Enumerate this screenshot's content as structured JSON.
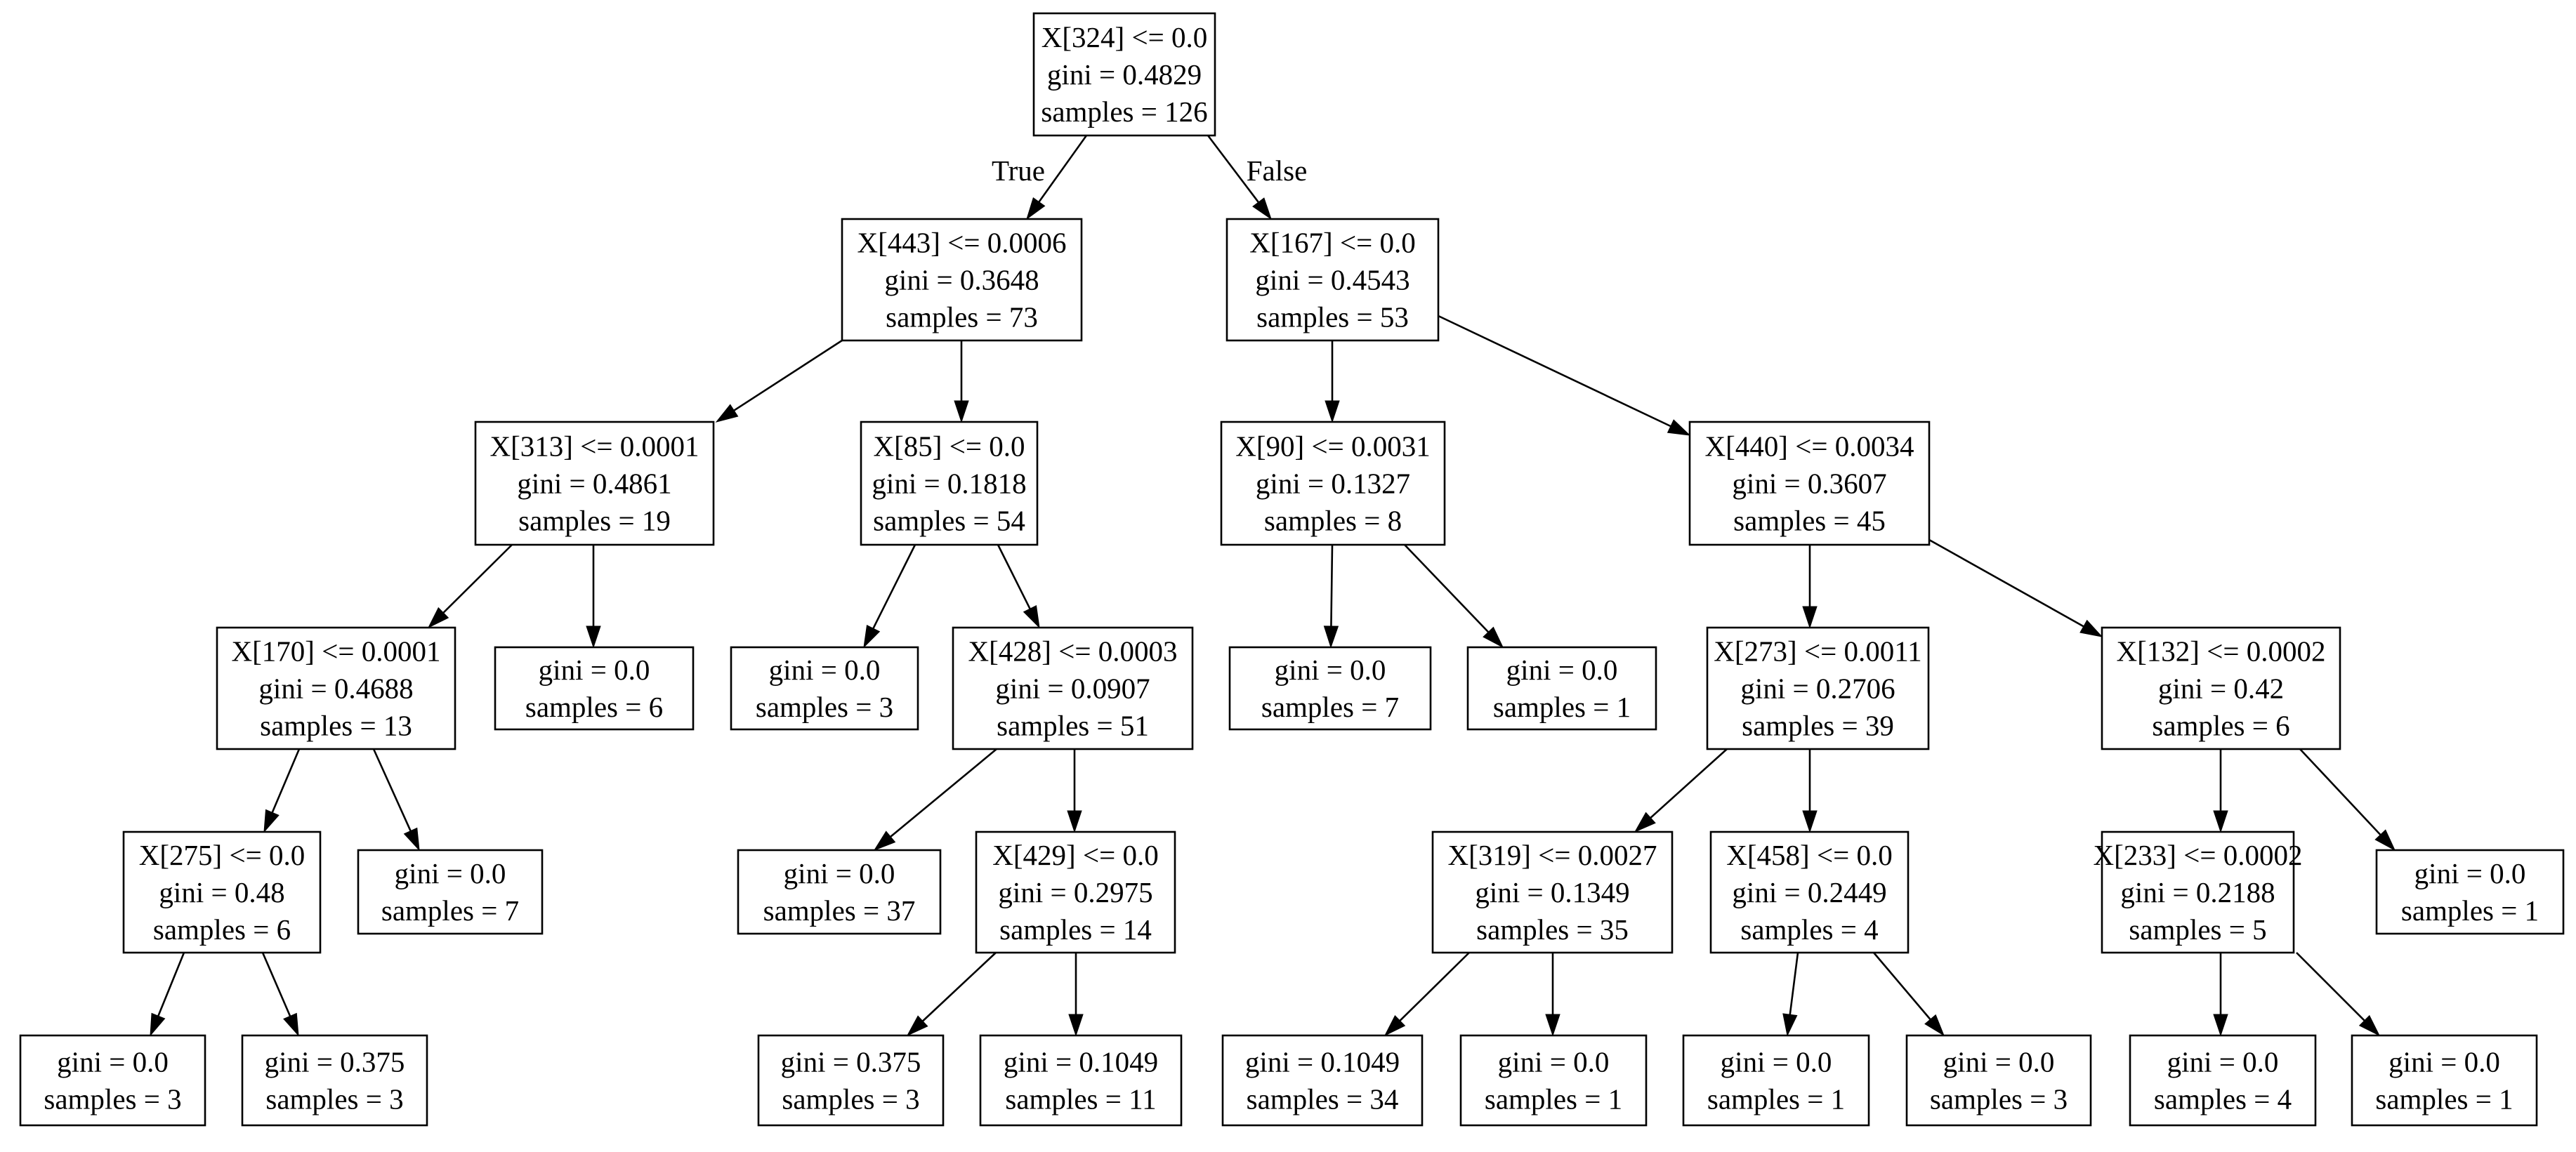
{
  "nodes": [
    {
      "id": "n0",
      "lines": [
        "X[324] <= 0.0",
        "gini = 0.4829",
        "samples = 126"
      ]
    },
    {
      "id": "n1",
      "lines": [
        "X[443] <= 0.0006",
        "gini = 0.3648",
        "samples = 73"
      ]
    },
    {
      "id": "n2",
      "lines": [
        "X[167] <= 0.0",
        "gini = 0.4543",
        "samples = 53"
      ]
    },
    {
      "id": "n3",
      "lines": [
        "X[313] <= 0.0001",
        "gini = 0.4861",
        "samples = 19"
      ]
    },
    {
      "id": "n4",
      "lines": [
        "X[85] <= 0.0",
        "gini = 0.1818",
        "samples = 54"
      ]
    },
    {
      "id": "n5",
      "lines": [
        "X[90] <= 0.0031",
        "gini = 0.1327",
        "samples = 8"
      ]
    },
    {
      "id": "n6",
      "lines": [
        "X[440] <= 0.0034",
        "gini = 0.3607",
        "samples = 45"
      ]
    },
    {
      "id": "n7",
      "lines": [
        "X[170] <= 0.0001",
        "gini = 0.4688",
        "samples = 13"
      ]
    },
    {
      "id": "n8",
      "lines": [
        "gini = 0.0",
        "samples = 6"
      ]
    },
    {
      "id": "n9",
      "lines": [
        "gini = 0.0",
        "samples = 3"
      ]
    },
    {
      "id": "n10",
      "lines": [
        "X[428] <= 0.0003",
        "gini = 0.0907",
        "samples = 51"
      ]
    },
    {
      "id": "n11",
      "lines": [
        "gini = 0.0",
        "samples = 7"
      ]
    },
    {
      "id": "n12",
      "lines": [
        "gini = 0.0",
        "samples = 1"
      ]
    },
    {
      "id": "n13",
      "lines": [
        "X[273] <= 0.0011",
        "gini = 0.2706",
        "samples = 39"
      ]
    },
    {
      "id": "n14",
      "lines": [
        "X[132] <= 0.0002",
        "gini = 0.42",
        "samples = 6"
      ]
    },
    {
      "id": "n15",
      "lines": [
        "X[275] <= 0.0",
        "gini = 0.48",
        "samples = 6"
      ]
    },
    {
      "id": "n16",
      "lines": [
        "gini = 0.0",
        "samples = 7"
      ]
    },
    {
      "id": "n17",
      "lines": [
        "gini = 0.0",
        "samples = 37"
      ]
    },
    {
      "id": "n18",
      "lines": [
        "X[429] <= 0.0",
        "gini = 0.2975",
        "samples = 14"
      ]
    },
    {
      "id": "n19",
      "lines": [
        "X[319] <= 0.0027",
        "gini = 0.1349",
        "samples = 35"
      ]
    },
    {
      "id": "n20",
      "lines": [
        "X[458] <= 0.0",
        "gini = 0.2449",
        "samples = 4"
      ]
    },
    {
      "id": "n21",
      "lines": [
        "X[233] <= 0.0002",
        "gini = 0.2188",
        "samples = 5"
      ]
    },
    {
      "id": "n22",
      "lines": [
        "gini = 0.0",
        "samples = 1"
      ]
    },
    {
      "id": "n23",
      "lines": [
        "gini = 0.0",
        "samples = 3"
      ]
    },
    {
      "id": "n24",
      "lines": [
        "gini = 0.375",
        "samples = 3"
      ]
    },
    {
      "id": "n25",
      "lines": [
        "gini = 0.375",
        "samples = 3"
      ]
    },
    {
      "id": "n26",
      "lines": [
        "gini = 0.1049",
        "samples = 11"
      ]
    },
    {
      "id": "n27",
      "lines": [
        "gini = 0.1049",
        "samples = 34"
      ]
    },
    {
      "id": "n28",
      "lines": [
        "gini = 0.0",
        "samples = 1"
      ]
    },
    {
      "id": "n29",
      "lines": [
        "gini = 0.0",
        "samples = 1"
      ]
    },
    {
      "id": "n30",
      "lines": [
        "gini = 0.0",
        "samples = 3"
      ]
    },
    {
      "id": "n31",
      "lines": [
        "gini = 0.0",
        "samples = 4"
      ]
    },
    {
      "id": "n32",
      "lines": [
        "gini = 0.0",
        "samples = 1"
      ]
    }
  ],
  "edges": [
    {
      "from": "n0",
      "to": "n1",
      "label": "True"
    },
    {
      "from": "n0",
      "to": "n2",
      "label": "False"
    },
    {
      "from": "n1",
      "to": "n3"
    },
    {
      "from": "n1",
      "to": "n4"
    },
    {
      "from": "n2",
      "to": "n5"
    },
    {
      "from": "n2",
      "to": "n6"
    },
    {
      "from": "n3",
      "to": "n7"
    },
    {
      "from": "n3",
      "to": "n8"
    },
    {
      "from": "n4",
      "to": "n9"
    },
    {
      "from": "n4",
      "to": "n10"
    },
    {
      "from": "n5",
      "to": "n11"
    },
    {
      "from": "n5",
      "to": "n12"
    },
    {
      "from": "n6",
      "to": "n13"
    },
    {
      "from": "n6",
      "to": "n14"
    },
    {
      "from": "n7",
      "to": "n15"
    },
    {
      "from": "n7",
      "to": "n16"
    },
    {
      "from": "n10",
      "to": "n17"
    },
    {
      "from": "n10",
      "to": "n18"
    },
    {
      "from": "n13",
      "to": "n19"
    },
    {
      "from": "n13",
      "to": "n20"
    },
    {
      "from": "n14",
      "to": "n21"
    },
    {
      "from": "n14",
      "to": "n22"
    },
    {
      "from": "n15",
      "to": "n23"
    },
    {
      "from": "n15",
      "to": "n24"
    },
    {
      "from": "n18",
      "to": "n25"
    },
    {
      "from": "n18",
      "to": "n26"
    },
    {
      "from": "n19",
      "to": "n27"
    },
    {
      "from": "n19",
      "to": "n28"
    },
    {
      "from": "n20",
      "to": "n29"
    },
    {
      "from": "n20",
      "to": "n30"
    },
    {
      "from": "n21",
      "to": "n31"
    },
    {
      "from": "n21",
      "to": "n32"
    }
  ]
}
